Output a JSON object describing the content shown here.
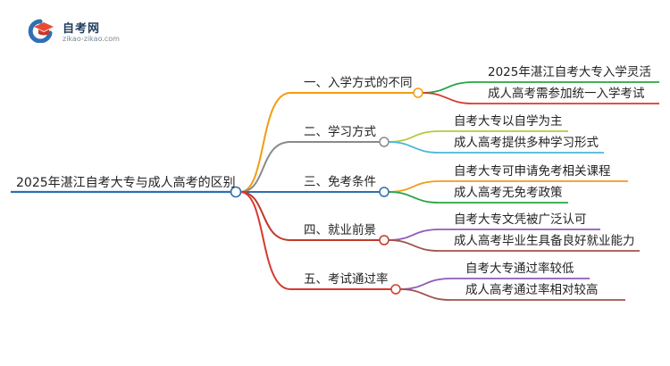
{
  "logo": {
    "name": "自考网",
    "url": "zikao-zikao.com",
    "icon": "graduation-cap-icon",
    "colors": {
      "blue": "#2f6fb5",
      "cap": "#e94b35"
    }
  },
  "root": {
    "label": "2025年湛江自考大专与成人高考的区别",
    "color": "#2e6fb0"
  },
  "branches": [
    {
      "label": "一、入学方式的不同",
      "color": "#f39c12",
      "children": [
        {
          "label": "2025年湛江自考大专入学灵活",
          "color": "#27a444"
        },
        {
          "label": "成人高考需参加统一入学考试",
          "color": "#d63a2f"
        }
      ]
    },
    {
      "label": "二、学习方式",
      "color": "#8a8a8a",
      "children": [
        {
          "label": "自考大专以自学为主",
          "color": "#b9c93b"
        },
        {
          "label": "成人高考提供多种学习形式",
          "color": "#49b8d6"
        }
      ]
    },
    {
      "label": "三、免考条件",
      "color": "#2e6fb0",
      "children": [
        {
          "label": "自考大专可申请免考相关课程",
          "color": "#f39c12"
        },
        {
          "label": "成人高考无免考政策",
          "color": "#27a444"
        }
      ]
    },
    {
      "label": "四、就业前景",
      "color": "#c0392b",
      "children": [
        {
          "label": "自考大专文凭被广泛认可",
          "color": "#8e5bb5"
        },
        {
          "label": "成人高考毕业生具备良好就业能力",
          "color": "#a0524a"
        }
      ]
    },
    {
      "label": "五、考试通过率",
      "color": "#d63a2f",
      "children": [
        {
          "label": "自考大专通过率较低",
          "color": "#8e5bb5"
        },
        {
          "label": "成人高考通过率相对较高",
          "color": "#a0524a"
        }
      ]
    }
  ]
}
